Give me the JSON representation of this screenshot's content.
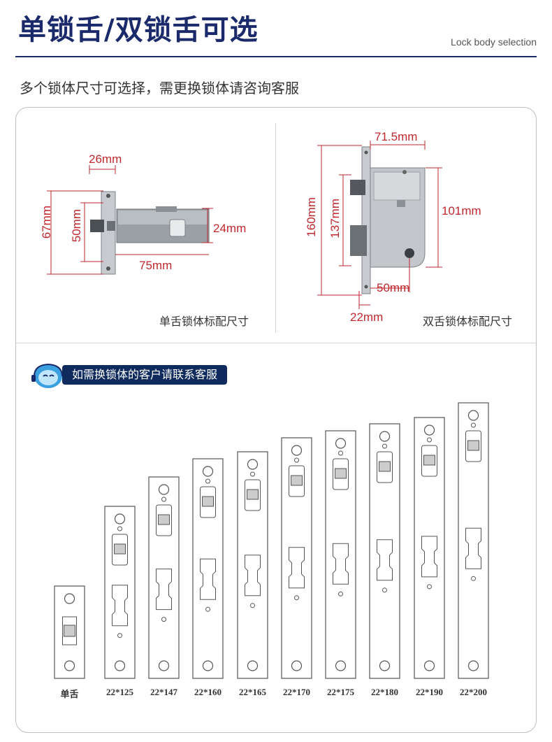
{
  "header": {
    "title": "单锁舌/双锁舌可选",
    "title_en": "Lock body selection",
    "subtitle": "多个锁体尺寸可选择，需更换锁体请咨询客服"
  },
  "single_latch": {
    "dims": {
      "width_top": "26mm",
      "height_total": "67mm",
      "height_inner": "50mm",
      "depth": "24mm",
      "length": "75mm"
    },
    "caption": "单舌锁体标配尺寸"
  },
  "double_latch": {
    "dims": {
      "width_top": "71.5mm",
      "height_total": "160mm",
      "height_inner": "137mm",
      "right_height": "101mm",
      "backset": "50mm",
      "faceplate": "22mm"
    },
    "caption": "双舌锁体标配尺寸"
  },
  "service": {
    "label": "如需换锁体的客户请联系客服"
  },
  "faceplates": [
    {
      "label": "单舌"
    },
    {
      "label": "22*125"
    },
    {
      "label": "22*147"
    },
    {
      "label": "22*160"
    },
    {
      "label": "22*165"
    },
    {
      "label": "22*170"
    },
    {
      "label": "22*175"
    },
    {
      "label": "22*180"
    },
    {
      "label": "22*190"
    },
    {
      "label": "22*200"
    }
  ],
  "colors": {
    "title": "#1b2a6b",
    "dimension": "#c1272d",
    "pill": "#0f2a5c"
  }
}
